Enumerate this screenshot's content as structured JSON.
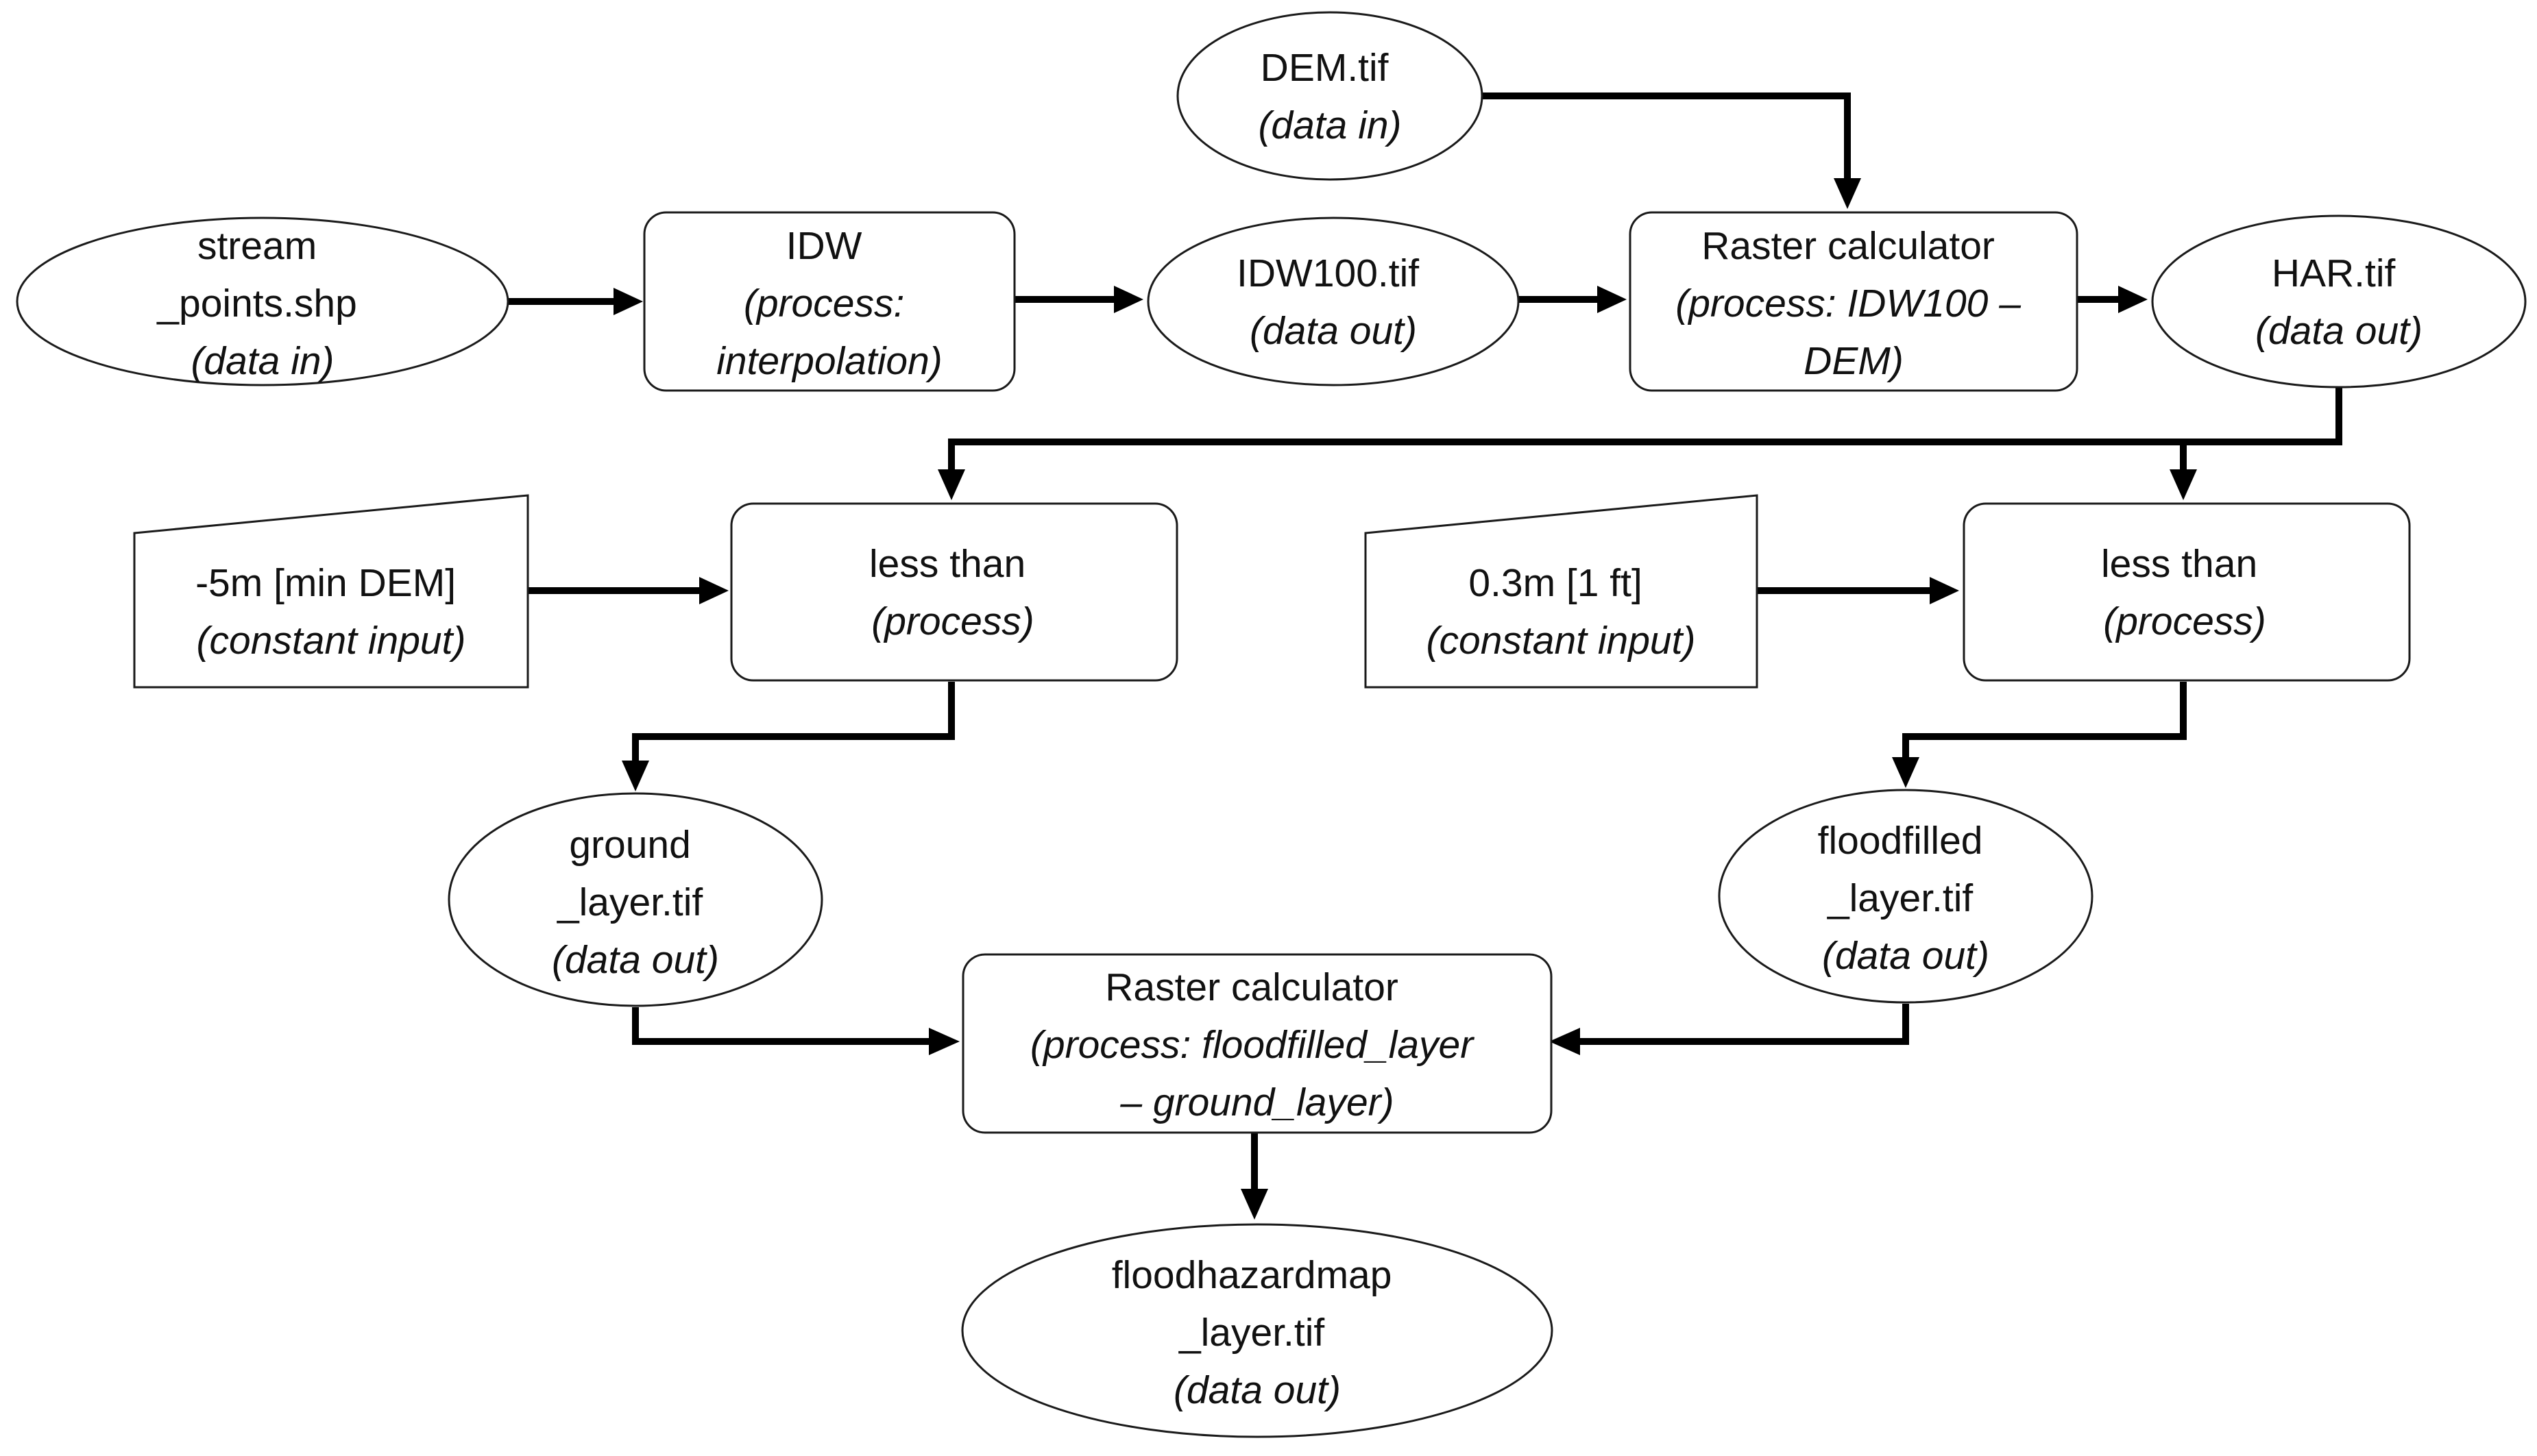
{
  "nodes": {
    "dem_tif": {
      "lines": [
        "DEM.tif",
        "(data in)"
      ]
    },
    "stream_points": {
      "lines": [
        "stream",
        "_points.shp",
        "(data in)"
      ]
    },
    "idw": {
      "lines": [
        "IDW",
        "(process:",
        "interpolation)"
      ]
    },
    "idw100_tif": {
      "lines": [
        "IDW100.tif",
        "(data out)"
      ]
    },
    "raster_calc_1": {
      "lines": [
        "Raster calculator",
        "(process: IDW100 –",
        "DEM)"
      ]
    },
    "har_tif": {
      "lines": [
        "HAR.tif",
        "(data out)"
      ]
    },
    "const_min_dem": {
      "lines": [
        "-5m [min DEM]",
        "(constant input)"
      ]
    },
    "less_than_1": {
      "lines": [
        "less than",
        "(process)"
      ]
    },
    "const_03m": {
      "lines": [
        "0.3m [1 ft]",
        "(constant input)"
      ]
    },
    "less_than_2": {
      "lines": [
        "less than",
        "(process)"
      ]
    },
    "ground_layer": {
      "lines": [
        "ground",
        "_layer.tif",
        "(data out)"
      ]
    },
    "floodfilled_layer": {
      "lines": [
        "floodfilled",
        "_layer.tif",
        "(data out)"
      ]
    },
    "raster_calc_2": {
      "lines": [
        "Raster calculator",
        "(process: floodfilled_layer",
        "– ground_layer)"
      ]
    },
    "floodhazardmap": {
      "lines": [
        "floodhazardmap",
        "_layer.tif",
        "(data out)"
      ]
    }
  },
  "edges": [
    {
      "from": "dem_tif",
      "to": "raster_calc_1"
    },
    {
      "from": "stream_points",
      "to": "idw"
    },
    {
      "from": "idw",
      "to": "idw100_tif"
    },
    {
      "from": "idw100_tif",
      "to": "raster_calc_1"
    },
    {
      "from": "raster_calc_1",
      "to": "har_tif"
    },
    {
      "from": "har_tif",
      "to": "less_than_1"
    },
    {
      "from": "har_tif",
      "to": "less_than_2"
    },
    {
      "from": "const_min_dem",
      "to": "less_than_1"
    },
    {
      "from": "const_03m",
      "to": "less_than_2"
    },
    {
      "from": "less_than_1",
      "to": "ground_layer"
    },
    {
      "from": "less_than_2",
      "to": "floodfilled_layer"
    },
    {
      "from": "ground_layer",
      "to": "raster_calc_2"
    },
    {
      "from": "floodfilled_layer",
      "to": "raster_calc_2"
    },
    {
      "from": "raster_calc_2",
      "to": "floodhazardmap"
    }
  ]
}
